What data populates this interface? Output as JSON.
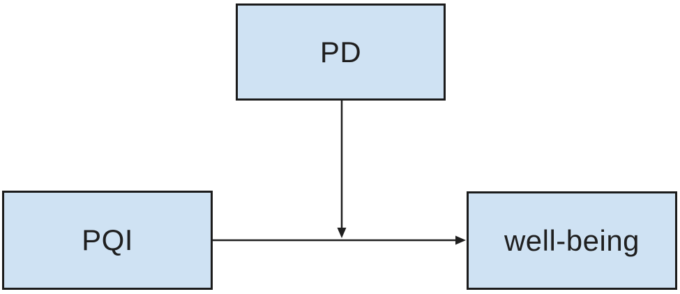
{
  "diagram": {
    "title": "",
    "nodes": [
      {
        "id": "pd",
        "label": "PD",
        "role": "moderator"
      },
      {
        "id": "pqi",
        "label": "PQI",
        "role": "predictor"
      },
      {
        "id": "wellbeing",
        "label": "well-being",
        "role": "outcome"
      }
    ],
    "edges": [
      {
        "from": "pqi",
        "to": "wellbeing",
        "type": "direct-arrow"
      },
      {
        "from": "pd",
        "to": "pqi-wellbeing-path",
        "type": "moderation-arrow"
      }
    ],
    "colors": {
      "node_fill": "#cfe2f3",
      "node_border": "#1b1b1b",
      "arrow": "#1f1f1f",
      "background": "#ffffff"
    }
  }
}
